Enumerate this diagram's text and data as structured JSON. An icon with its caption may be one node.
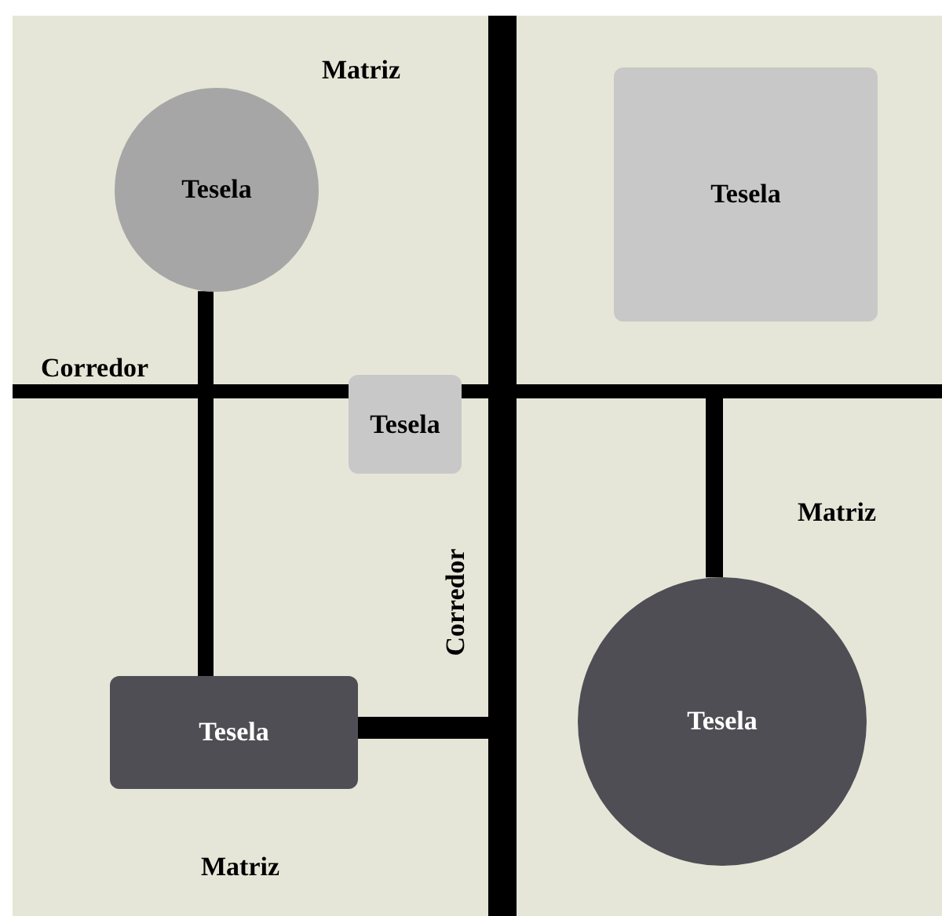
{
  "diagram": {
    "nodes": [
      {
        "text": [
          "Tesela"
        ]
      },
      {
        "text": [
          "Tesela"
        ]
      },
      {
        "text": [
          "Tesela"
        ]
      },
      {
        "text": [
          "Tesela"
        ]
      },
      {
        "text": [
          "Tesela"
        ]
      },
      {
        "text": [],
        "shape": "bar",
        "beside": [
          "Corredor"
        ]
      },
      {
        "text": [],
        "shape": "bar",
        "beside": [
          "Corredor"
        ]
      }
    ],
    "edges": [
      {
        "from": 0,
        "to": 3,
        "arrow": "none"
      },
      {
        "from": 3,
        "to": 6,
        "arrow": "none"
      },
      {
        "from": 4,
        "to": 5,
        "arrow": "none"
      }
    ],
    "labels": [
      "Matriz",
      "Matriz",
      "Matriz"
    ]
  }
}
